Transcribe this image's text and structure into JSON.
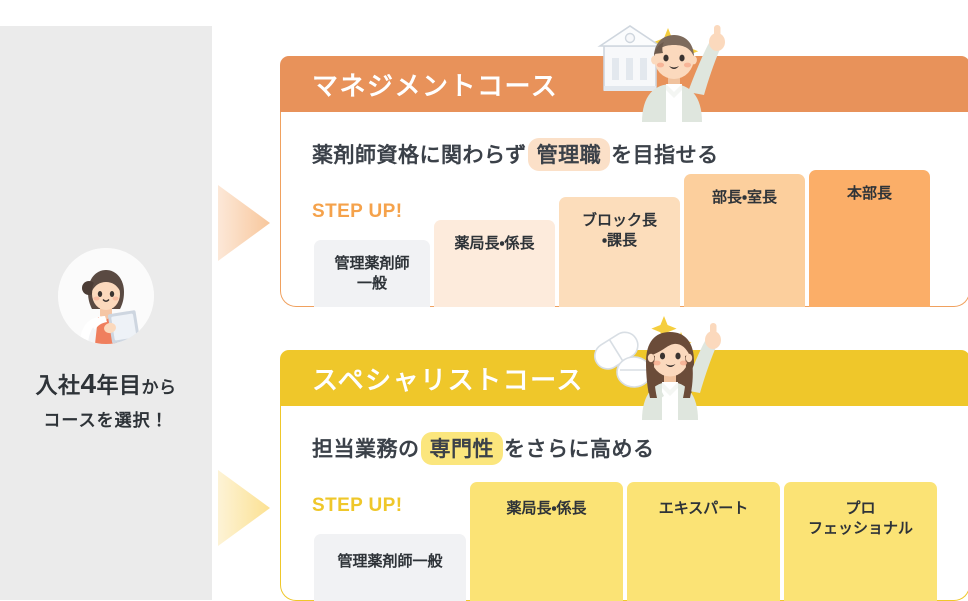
{
  "entry": {
    "avatar_icon": "pharmacist-female-avatar-icon",
    "line1_prefix": "入社",
    "line1_number": "4",
    "line1_mid": "年目",
    "line1_suffix": "から",
    "line2": "コースを選択！"
  },
  "arrows": {
    "management_arrow_icon": "triangle-right-arrow-icon",
    "specialist_arrow_icon": "triangle-right-arrow-icon"
  },
  "courses": [
    {
      "id": "management",
      "title": "マネジメントコース",
      "header_color": "#E8925A",
      "border_color": "#F0A15F",
      "sub_before": "薬剤師資格に関わらず",
      "sub_highlight": "管理職",
      "sub_after": "を目指せる",
      "highlight_color": "#FBE0C8",
      "stepup_label": "STEP UP!",
      "stepup_color": "#F5A24B",
      "illustration_icon": "man-pharmacist-pointing-up-icon",
      "bars": [
        {
          "label": "管理薬剤師\n一般",
          "color": "#F1F2F4"
        },
        {
          "label": "薬局長・係長",
          "color": "#FDEBDC"
        },
        {
          "label": "ブロック長\n・課長",
          "color": "#FCDDBB"
        },
        {
          "label": "部長・室長",
          "color": "#FCCF9D"
        },
        {
          "label": "本部長",
          "color": "#FBAE68"
        }
      ]
    },
    {
      "id": "specialist",
      "title": "スペシャリストコース",
      "header_color": "#EFC72A",
      "border_color": "#EFC72A",
      "sub_before": "担当業務の",
      "sub_highlight": "専門性",
      "sub_after": "をさらに高める",
      "highlight_color": "#FBE67D",
      "stepup_label": "STEP UP!",
      "stepup_color": "#EFC72A",
      "illustration_icon": "woman-pharmacist-pointing-up-icon",
      "bars": [
        {
          "label": "管理薬剤師一般",
          "color": "#F1F2F4"
        },
        {
          "label": "薬局長・係長",
          "color": "#FBE375"
        },
        {
          "label": "エキスパート",
          "color": "#FBE375"
        },
        {
          "label": "プロ\nフェッショナル",
          "color": "#FBE375"
        }
      ]
    }
  ]
}
